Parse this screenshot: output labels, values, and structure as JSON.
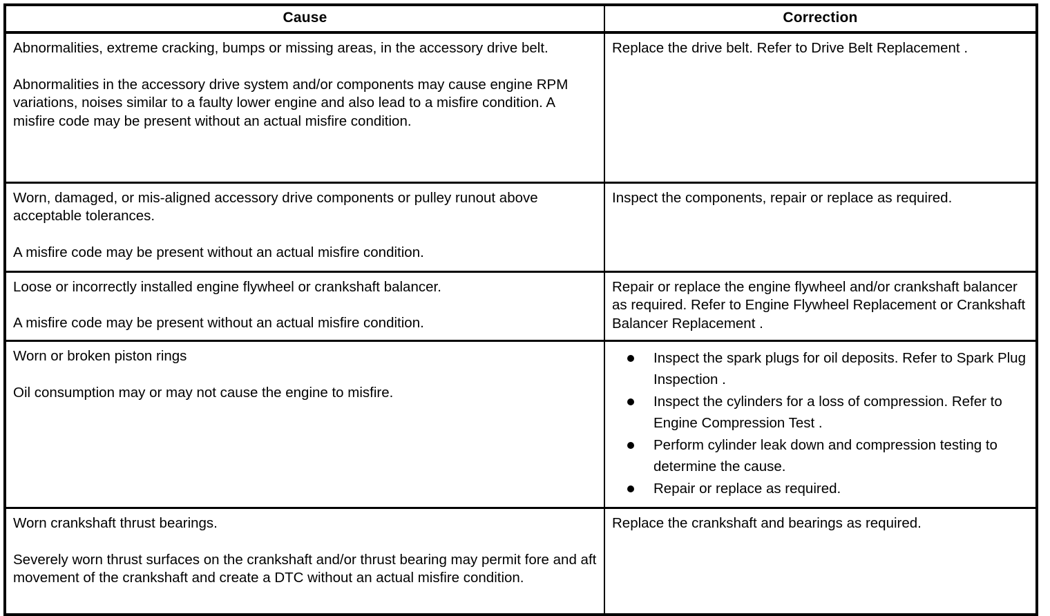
{
  "table": {
    "headers": {
      "cause": "Cause",
      "correction": "Correction"
    },
    "rows": [
      {
        "cause_paragraphs": [
          "Abnormalities, extreme cracking, bumps or missing areas, in the accessory drive belt.",
          "Abnormalities in the accessory drive system and/or components may cause engine RPM variations, noises similar to a faulty lower engine and also lead to a misfire condition. A misfire code may be present without an actual misfire condition."
        ],
        "correction_paragraphs": [
          "Replace the drive belt. Refer to Drive Belt Replacement ."
        ],
        "correction_bullets": []
      },
      {
        "cause_paragraphs": [
          "Worn, damaged, or mis-aligned accessory drive components or pulley runout above acceptable tolerances.",
          "A misfire code may be present without an actual misfire condition."
        ],
        "correction_paragraphs": [
          "Inspect the components, repair or replace as required."
        ],
        "correction_bullets": []
      },
      {
        "cause_paragraphs": [
          "Loose or incorrectly installed engine flywheel or crankshaft balancer.",
          "A misfire code may be present without an actual misfire condition."
        ],
        "correction_paragraphs": [
          "Repair or replace the engine flywheel and/or crankshaft balancer as required. Refer to Engine Flywheel Replacement or Crankshaft Balancer Replacement ."
        ],
        "correction_bullets": []
      },
      {
        "cause_paragraphs": [
          "Worn or broken piston rings",
          "Oil consumption may or may not cause the engine to misfire."
        ],
        "correction_paragraphs": [],
        "correction_bullets": [
          "Inspect the spark plugs for oil deposits. Refer to Spark Plug Inspection .",
          "Inspect the cylinders for a loss of compression. Refer to Engine Compression Test .",
          "Perform cylinder leak down and compression testing to determine the cause.",
          "Repair or replace as required."
        ]
      },
      {
        "cause_paragraphs": [
          "Worn crankshaft thrust bearings.",
          "Severely worn thrust surfaces on the crankshaft and/or thrust bearing may permit fore and aft movement of the crankshaft and create a DTC without an actual misfire condition."
        ],
        "correction_paragraphs": [
          "Replace the crankshaft and bearings as required."
        ],
        "correction_bullets": []
      }
    ]
  },
  "colors": {
    "border": "#000000",
    "background": "#ffffff",
    "text": "#000000"
  }
}
